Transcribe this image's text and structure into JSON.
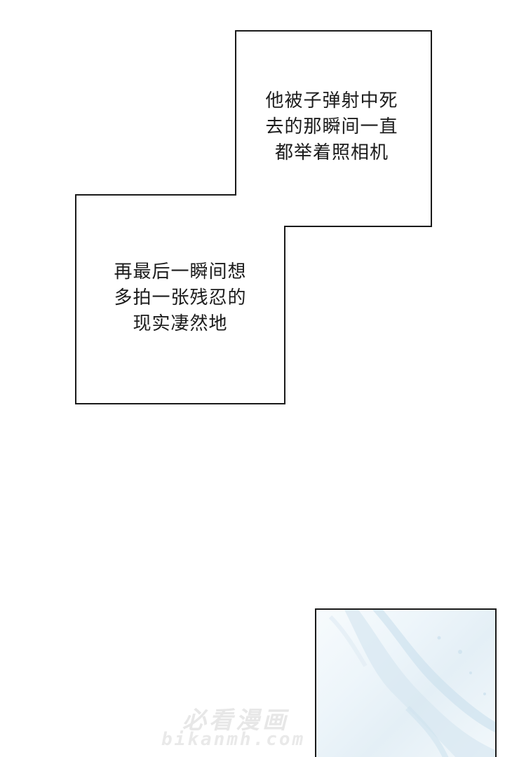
{
  "caption_1": {
    "lines": [
      "他被子弹射中死",
      "去的那瞬间一直",
      "都举着照相机"
    ]
  },
  "caption_2": {
    "lines": [
      "再最后一瞬间想",
      "多拍一张残忍的",
      "现实凄然地"
    ]
  },
  "watermark": {
    "title": "必看漫画",
    "url": "bikanmh.com"
  },
  "colors": {
    "border": "#1a1a1a",
    "text": "#1b1b1b",
    "panel_tint": "#e4eff6"
  }
}
